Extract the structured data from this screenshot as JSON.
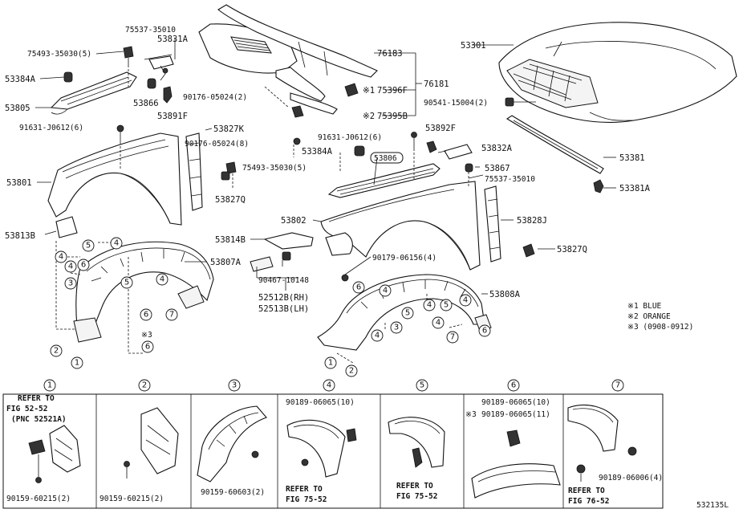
{
  "diagram_id": "532135L",
  "parts": {
    "p53301": "53301",
    "p53381": "53381",
    "p53381A": "53381A",
    "p90541": "90541-15004(2)",
    "p76183": "76183",
    "p76181": "76181",
    "p75396F": "75396F",
    "p75395B": "75395B",
    "p75537_top": "75537-35010",
    "p53831A": "53831A",
    "p75493_top": "75493-35030(5)",
    "p53384A_top": "53384A",
    "p53805": "53805",
    "p53866": "53866",
    "p90176_a": "90176-05024(2)",
    "p53891F": "53891F",
    "p91631_left": "91631-J0612(6)",
    "p53827K": "53827K",
    "p90176_b": "90176-05024(8)",
    "p53801": "53801",
    "p75493_mid": "75493-35030(5)",
    "p53827Q_left": "53827Q",
    "p53813B": "53813B",
    "p53807A": "53807A",
    "p91631_mid": "91631-J0612(6)",
    "p53892F": "53892F",
    "p53384A_mid": "53384A",
    "p53806": "53806",
    "p53832A": "53832A",
    "p53867": "53867",
    "p75537_mid": "75537-35010",
    "p53802": "53802",
    "p53828J": "53828J",
    "p53814B": "53814B",
    "p53827Q_right": "53827Q",
    "p90179": "90179-06156(4)",
    "p90467": "90467-10148",
    "p52512B": "52512B(RH)",
    "p52513B": "52513B(LH)",
    "p53808A": "53808A"
  },
  "marks": {
    "star1": "※1",
    "star2": "※2",
    "star3": "※3"
  },
  "legend": {
    "l1": "※1 BLUE",
    "l2": "※2 ORANGE",
    "l3": "※3 (0908-0912)"
  },
  "callouts": {
    "c1": "1",
    "c2": "2",
    "c3": "3",
    "c4": "4",
    "c5": "5",
    "c6": "6",
    "c7": "7"
  },
  "panels": {
    "panel1": {
      "num": "1",
      "refer_a": "REFER TO",
      "refer_b": "FIG 52-52",
      "refer_c": "(PNC 52521A)",
      "part": "90159-60215(2)"
    },
    "panel2": {
      "num": "2",
      "part": "90159-60215(2)"
    },
    "panel3": {
      "num": "3",
      "part": "90159-60603(2)"
    },
    "panel4": {
      "num": "4",
      "part": "90189-06065(10)",
      "refer_a": "REFER TO",
      "refer_b": "FIG 75-52"
    },
    "panel5": {
      "num": "5",
      "refer_a": "REFER TO",
      "refer_b": "FIG 75-52"
    },
    "panel6": {
      "num": "6",
      "part_a": "90189-06065(10)",
      "star": "※3",
      "part_b": "90189-06065(11)"
    },
    "panel7": {
      "num": "7",
      "part": "90189-06006(4)",
      "refer_a": "REFER TO",
      "refer_b": "FIG 76-52"
    }
  }
}
